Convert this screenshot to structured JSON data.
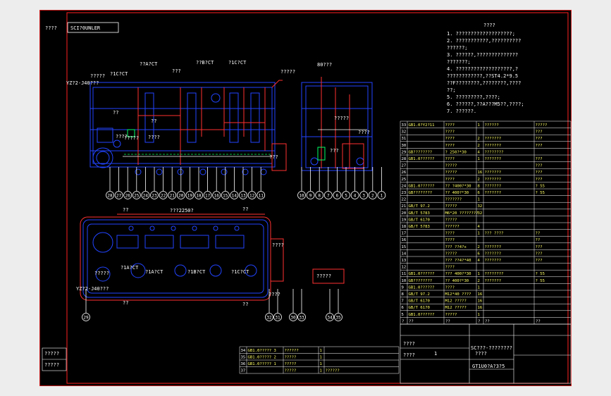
{
  "drawing": {
    "corner_code": "????",
    "title_block_top": "SCI?0UNLER",
    "tech_title": "????",
    "tech_notes": [
      "1. ???????????????????;",
      "2. ???????????,??????????",
      "??????;",
      "3. ??????,??????????????",
      "???????;",
      "4. ???????????????????,?",
      "????????????,??ST4.2*9.5",
      "??F????????,????????,????",
      "??;",
      "5. ?????????,????;",
      "6. ??????,??A???M5??,????;",
      "7. ??????."
    ],
    "top_labels": [
      "??A?CT",
      "???",
      "??B?CT",
      "?1C?CT",
      "?????",
      "?1C?CT",
      "?????",
      "YZ?2-J40???",
      "??",
      "??",
      "????",
      "????",
      "?????",
      "???"
    ],
    "bottom_labels": [
      "???2250?",
      "??",
      "??",
      "?????",
      "?1A?CT",
      "?1A?CT",
      "?1B?CT",
      "?1C?CT",
      "YZ?2-J40???",
      "??",
      "??",
      "????",
      "????",
      "?????"
    ],
    "right_labels": [
      "80???",
      "?????",
      "????",
      "???"
    ],
    "balloons_row1": [
      "28",
      "27",
      "26",
      "25",
      "24",
      "23",
      "22",
      "21",
      "20",
      "19",
      "18",
      "17",
      "16",
      "15",
      "14",
      "13",
      "12",
      "11"
    ],
    "balloons_row2": [
      "10",
      "9",
      "8",
      "7",
      "6",
      "5",
      "4",
      "3",
      "2",
      "1"
    ],
    "balloons_bottom": [
      "29",
      "32",
      "31",
      "30",
      "33",
      "34",
      "35"
    ],
    "bom_rows": [
      [
        "33",
        "GB1.0?Y2?11",
        "????",
        "1",
        "??????",
        "?????"
      ],
      [
        "32",
        "",
        "????",
        "",
        "",
        "???"
      ],
      [
        "31",
        "",
        "????",
        "2",
        "???????",
        "???"
      ],
      [
        "30",
        "",
        "????",
        "2",
        "???????",
        "???"
      ],
      [
        "29",
        "GB????????",
        "? 250?*30",
        "4",
        "????????",
        ""
      ],
      [
        "28",
        "GB1.0??????",
        "????",
        "1",
        "???????",
        "???"
      ],
      [
        "27",
        "",
        "?????",
        "",
        "",
        "???"
      ],
      [
        "26",
        "",
        "?????",
        "16",
        "???????",
        "???"
      ],
      [
        "25",
        "",
        "????",
        "2",
        "???????",
        "???"
      ],
      [
        "24",
        "GB1.0??????",
        "?? ?400?*30",
        "8",
        "???????",
        "? 55"
      ],
      [
        "23",
        "GB????????",
        "?? 400?*30",
        "6",
        "???????",
        "? 55"
      ],
      [
        "22",
        "",
        "???????",
        "1",
        "",
        ""
      ],
      [
        "21",
        "GB/T 97.2",
        "?????",
        "32",
        "",
        ""
      ],
      [
        "20",
        "GB/T 5783",
        "M6*20 ????????",
        "32",
        "",
        ""
      ],
      [
        "19",
        "GB/T 6170",
        "?????",
        "",
        "",
        ""
      ],
      [
        "18",
        "GB/T 5783",
        "??????",
        "4",
        "",
        ""
      ],
      [
        "17",
        "",
        "????",
        "1",
        "??? ????",
        "??"
      ],
      [
        "16",
        "",
        "????",
        "",
        "",
        "??"
      ],
      [
        "15",
        "",
        "??? ??4?x",
        "2",
        "???????",
        "???"
      ],
      [
        "14",
        "",
        "?????",
        "6",
        "???????",
        "???"
      ],
      [
        "13",
        "",
        "??? ??4?*40",
        "4",
        "???????",
        "???"
      ],
      [
        "12",
        "",
        "????",
        "",
        "",
        ""
      ],
      [
        "11",
        "GB1.0??????",
        "??? 400?*30",
        "1",
        "????????",
        "? 55"
      ],
      [
        "10",
        "GB????????",
        "?? 400?*30",
        "2",
        "???????",
        "? 55"
      ],
      [
        "9",
        "GB1.0??????",
        "????",
        "1",
        "",
        ""
      ],
      [
        "8",
        "GB/T 97.2",
        "M12*40 ????",
        "16",
        "",
        ""
      ],
      [
        "7",
        "GB/T 6170",
        "M12 ?????",
        "16",
        "",
        ""
      ],
      [
        "6",
        "GB/T 6170",
        "M12 ?????",
        "16",
        "",
        ""
      ],
      [
        "5",
        "GB1.0??????",
        "?????",
        "1",
        "",
        ""
      ]
    ],
    "bom_header": [
      "?",
      "??",
      "??",
      "?",
      "??",
      "??"
    ],
    "lower_table_rows": [
      [
        "34",
        "GB1.0????? 3",
        "??????",
        "1",
        "",
        ""
      ],
      [
        "35",
        "GB1.0????? 2",
        "?????",
        "1",
        "",
        ""
      ],
      [
        "36",
        "GB1.0????? 1",
        "?????",
        "1",
        "",
        ""
      ],
      [
        "37",
        "",
        "?????",
        "1",
        "??????",
        ""
      ]
    ],
    "title_block": {
      "drawing_no": "SC???-????????",
      "scale": "????",
      "sheet": "1",
      "material": "GT1U0?A?3?5",
      "designer": "????",
      "checker": "????"
    },
    "left_stamp": [
      "?????",
      "?????"
    ]
  }
}
